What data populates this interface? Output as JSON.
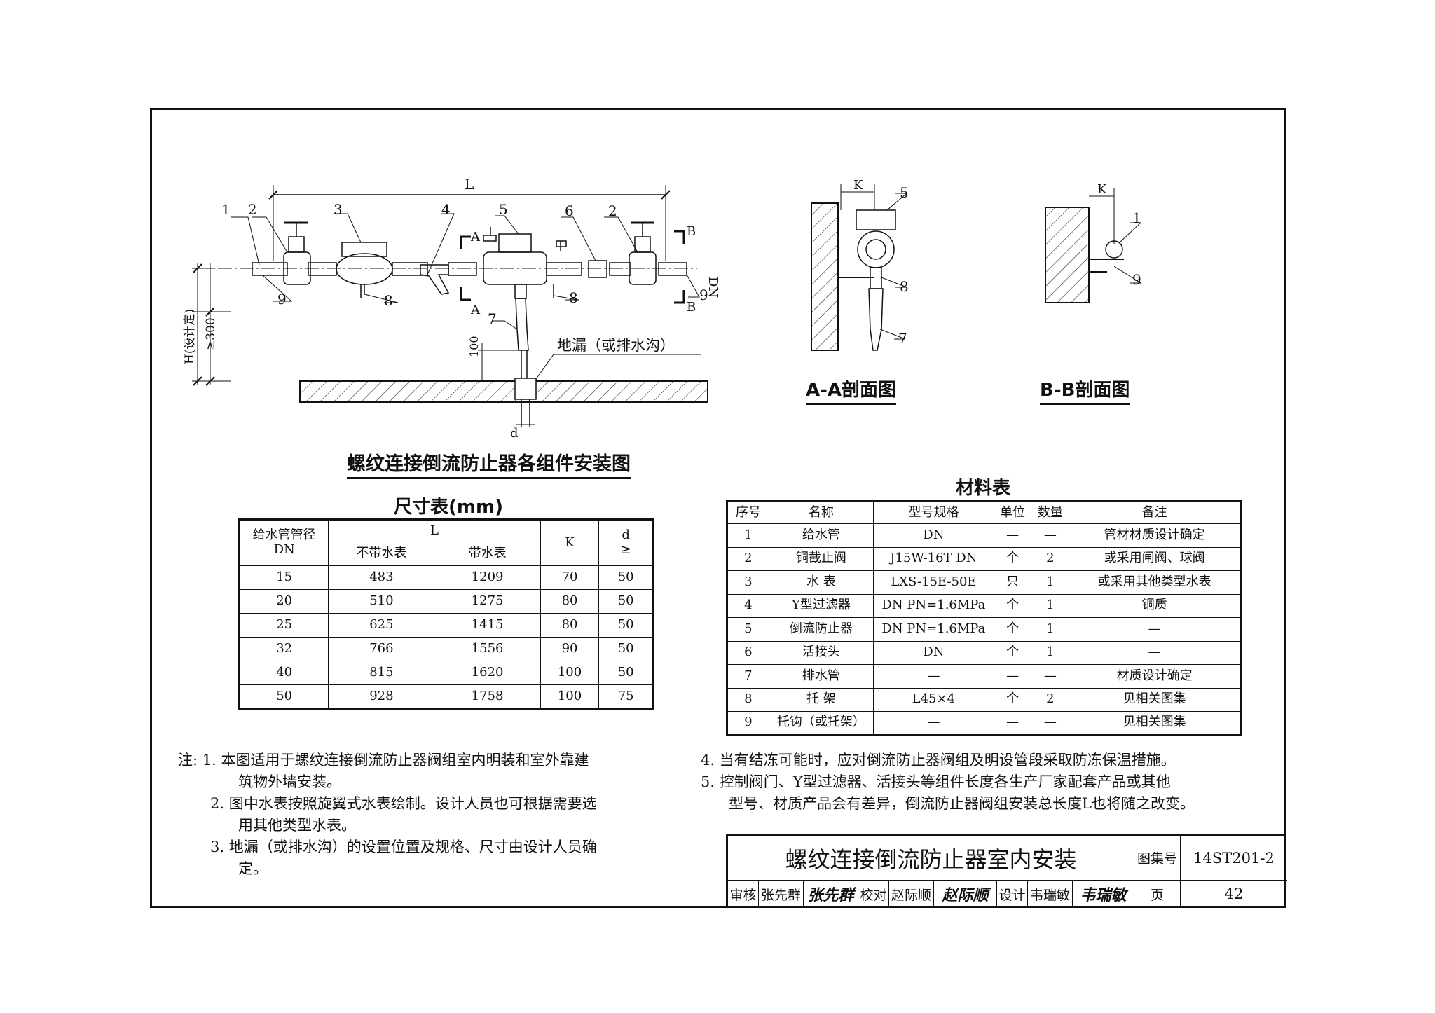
{
  "main_drawing": {
    "title": "螺纹连接倒流防止器各组件安装图",
    "dim_L": "L",
    "dim_H": "H(设计定)",
    "dim_300": "≥300",
    "dim_100": "100",
    "dim_DN": "DN",
    "dim_d": "d",
    "floor_drain_label": "地漏（或排水沟）",
    "section_marks": [
      "A",
      "A",
      "B",
      "B"
    ],
    "part_numbers": [
      "1",
      "2",
      "3",
      "4",
      "5",
      "6",
      "2",
      "9",
      "8",
      "7",
      "8",
      "9"
    ]
  },
  "section_AA": {
    "title": "A-A剖面图",
    "dim_K": "K",
    "parts": [
      "5",
      "8",
      "7"
    ]
  },
  "section_BB": {
    "title": "B-B剖面图",
    "dim_K": "K",
    "parts": [
      "1",
      "9"
    ]
  },
  "dimension_table": {
    "title": "尺寸表(mm)",
    "header_dn_line1": "给水管管径",
    "header_dn_line2": "DN",
    "header_L": "L",
    "header_without_meter": "不带水表",
    "header_with_meter": "带水表",
    "header_K": "K",
    "header_d": "d",
    "header_d_sym": "≥",
    "rows": [
      [
        "15",
        "483",
        "1209",
        "70",
        "50"
      ],
      [
        "20",
        "510",
        "1275",
        "80",
        "50"
      ],
      [
        "25",
        "625",
        "1415",
        "80",
        "50"
      ],
      [
        "32",
        "766",
        "1556",
        "90",
        "50"
      ],
      [
        "40",
        "815",
        "1620",
        "100",
        "50"
      ],
      [
        "50",
        "928",
        "1758",
        "100",
        "75"
      ]
    ]
  },
  "material_table": {
    "title": "材料表",
    "headers": [
      "序号",
      "名称",
      "型号规格",
      "单位",
      "数量",
      "备注"
    ],
    "rows": [
      [
        "1",
        "给水管",
        "DN",
        "—",
        "—",
        "管材材质设计确定"
      ],
      [
        "2",
        "铜截止阀",
        "J15W-16T  DN",
        "个",
        "2",
        "或采用闸阀、球阀"
      ],
      [
        "3",
        "水 表",
        "LXS-15E-50E",
        "只",
        "1",
        "或采用其他类型水表"
      ],
      [
        "4",
        "Y型过滤器",
        "DN PN=1.6MPa",
        "个",
        "1",
        "铜质"
      ],
      [
        "5",
        "倒流防止器",
        "DN PN=1.6MPa",
        "个",
        "1",
        "—"
      ],
      [
        "6",
        "活接头",
        "DN",
        "个",
        "1",
        "—"
      ],
      [
        "7",
        "排水管",
        "—",
        "—",
        "—",
        "材质设计确定"
      ],
      [
        "8",
        "托 架",
        "L45×4",
        "个",
        "2",
        "见相关图集"
      ],
      [
        "9",
        "托钩（或托架）",
        "—",
        "—",
        "—",
        "见相关图集"
      ]
    ]
  },
  "notes": {
    "prefix": "注:",
    "n1_line1": "1. 本图适用于螺纹连接倒流防止器阀组室内明装和室外靠建",
    "n1_line2": "筑物外墙安装。",
    "n2_line1": "2. 图中水表按照旋翼式水表绘制。设计人员也可根据需要选",
    "n2_line2": "用其他类型水表。",
    "n3_line1": "3. 地漏（或排水沟）的设置位置及规格、尺寸由设计人员确",
    "n3_line2": "定。",
    "n4_line1": "4. 当有结冻可能时，应对倒流防止器阀组及明设管段采取防冻保温措施。",
    "n5_line1": "5. 控制阀门、Y型过滤器、活接头等组件长度各生产厂家配套产品或其他",
    "n5_line2": "型号、材质产品会有差异，倒流防止器阀组安装总长度L也将随之改变。"
  },
  "title_block": {
    "title": "螺纹连接倒流防止器室内安装",
    "atlas_label": "图集号",
    "atlas_no": "14ST201-2",
    "review_label": "审核",
    "reviewer": "张先群",
    "reviewer_sig": "张先群",
    "check_label": "校对",
    "checker": "赵际顺",
    "checker_sig": "赵际顺",
    "design_label": "设计",
    "designer": "韦瑞敏",
    "designer_sig": "韦瑞敏",
    "page_label": "页",
    "page_no": "42"
  }
}
